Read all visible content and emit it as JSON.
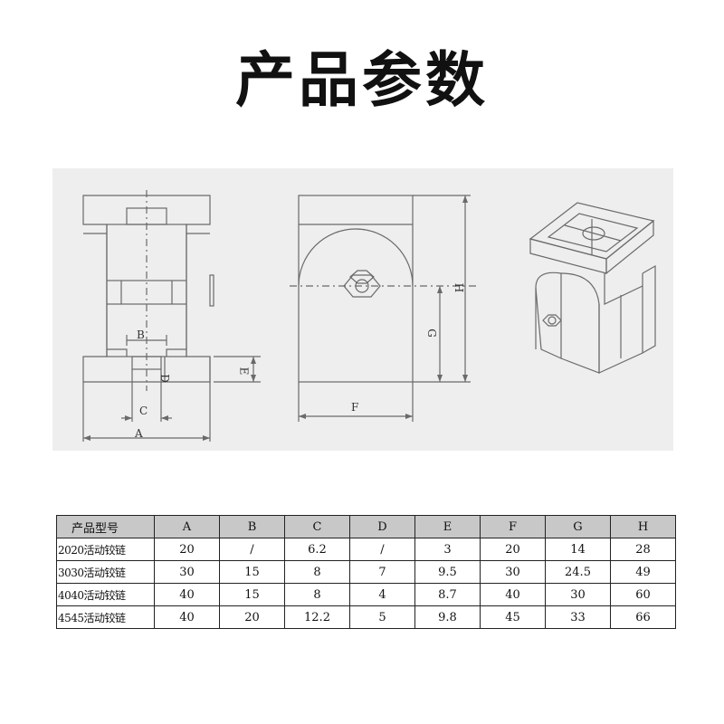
{
  "title": "产品参数",
  "drawing": {
    "dims": {
      "A": "A",
      "B": "B",
      "C": "C",
      "D": "D",
      "E": "E",
      "F": "F",
      "G": "G",
      "H": "H"
    }
  },
  "table": {
    "headers": [
      "产品型号",
      "A",
      "B",
      "C",
      "D",
      "E",
      "F",
      "G",
      "H"
    ],
    "rows": [
      [
        "2020活动铰链",
        "20",
        "/",
        "6.2",
        "/",
        "3",
        "20",
        "14",
        "28"
      ],
      [
        "3030活动铰链",
        "30",
        "15",
        "8",
        "7",
        "9.5",
        "30",
        "24.5",
        "49"
      ],
      [
        "4040活动铰链",
        "40",
        "15",
        "8",
        "4",
        "8.7",
        "40",
        "30",
        "60"
      ],
      [
        "4545活动铰链",
        "40",
        "20",
        "12.2",
        "5",
        "9.8",
        "45",
        "33",
        "66"
      ]
    ]
  }
}
